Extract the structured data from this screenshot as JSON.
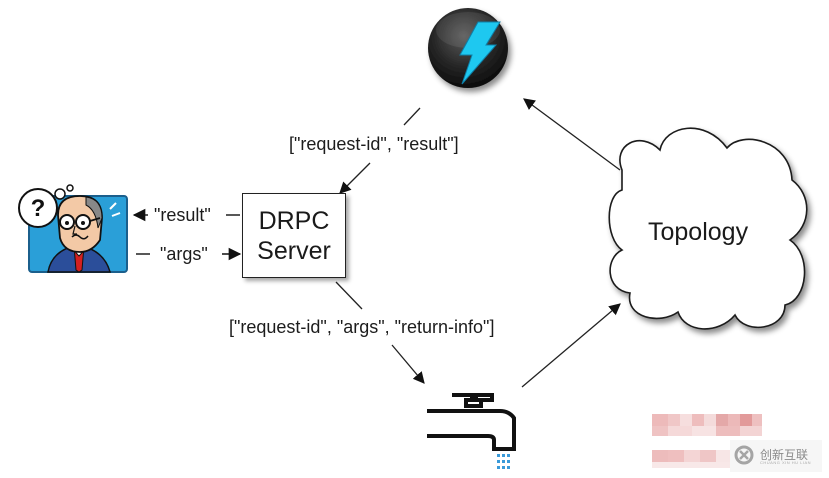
{
  "diagram": {
    "title": "Storm DRPC workflow",
    "nodes": {
      "client": {
        "icon": "confused-user-icon",
        "thought": "?"
      },
      "drpc_server": {
        "line1": "DRPC",
        "line2": "Server"
      },
      "storm_logo": {
        "icon": "storm-lightning-icon"
      },
      "spout": {
        "icon": "faucet-spout-icon"
      },
      "topology": {
        "label": "Topology"
      }
    },
    "edges": {
      "server_to_client": {
        "label": "\"result\""
      },
      "client_to_server": {
        "label": "\"args\""
      },
      "storm_to_server": {
        "label": "[\"request-id\", \"result\"]"
      },
      "server_to_spout": {
        "label": "[\"request-id\", \"args\", \"return-info\"]"
      },
      "spout_to_topology": {
        "label": ""
      },
      "topology_to_storm": {
        "label": ""
      }
    },
    "colors": {
      "lightning": "#1ec8f0",
      "logo_bg": "#222222",
      "client_bg": "#2a9fd8",
      "water": "#3a9ad9",
      "line": "#333333"
    },
    "watermark": {
      "text": "创新互联",
      "subtext": "CHUANG XIN HU LIAN"
    }
  }
}
